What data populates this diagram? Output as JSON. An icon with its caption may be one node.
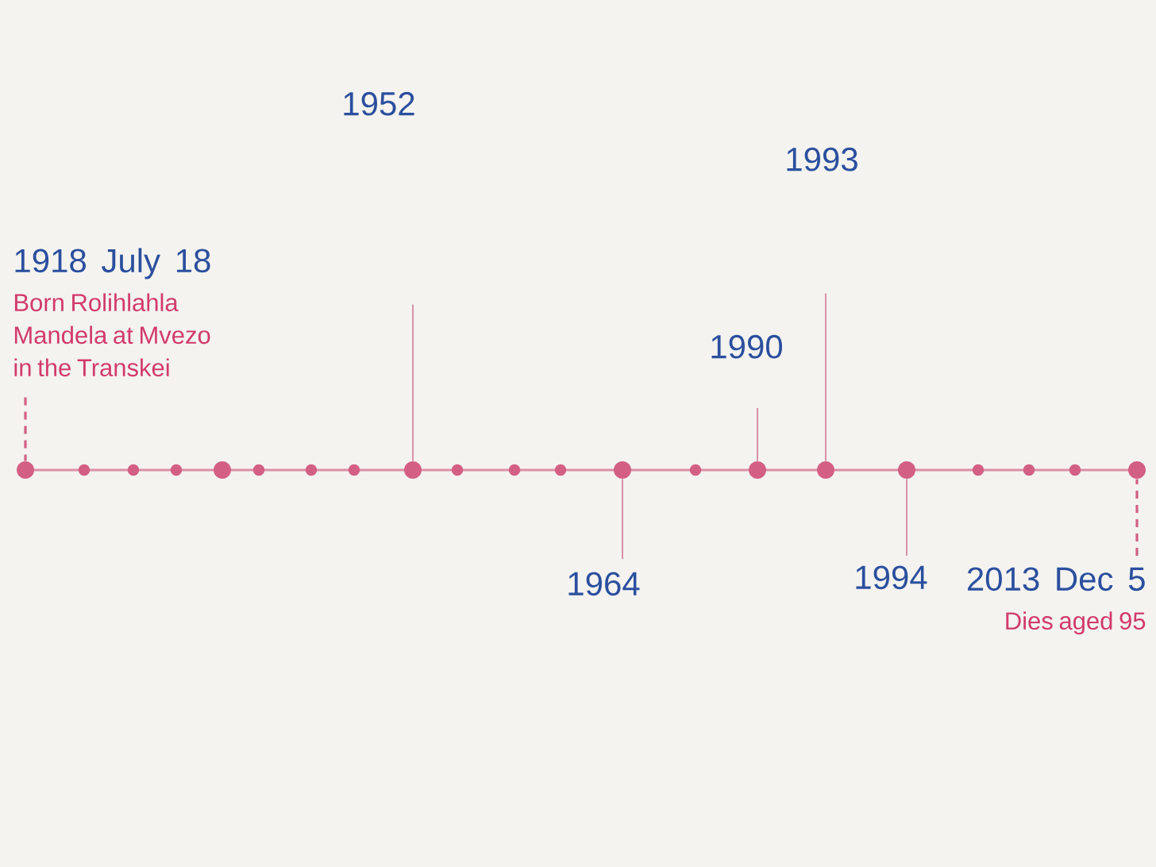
{
  "diagram": {
    "nodes": [
      {
        "text": [
          "1918 July 18",
          "Born Rolihlahla Mandela at Mvezo in the Transkei"
        ]
      },
      {
        "text": [],
        "shape": "circle"
      },
      {
        "text": [],
        "shape": "circle"
      },
      {
        "text": [],
        "shape": "circle"
      },
      {
        "text": [
          "1964"
        ]
      },
      {
        "text": [],
        "shape": "circle"
      },
      {
        "text": [
          "1990"
        ]
      },
      {
        "text": [],
        "shape": "circle"
      },
      {
        "text": [],
        "shape": "circle"
      },
      {
        "text": [
          "1994"
        ]
      },
      {
        "text": [],
        "shape": "circle"
      },
      {
        "text": [
          "2013 Dec 5",
          "Dies aged 95"
        ]
      },
      {
        "text": [],
        "shape": "circle"
      }
    ],
    "edges": [
      {
        "from": 0,
        "to": 1,
        "arrow": "none",
        "style": "dashed",
        "color": "#d35f84"
      },
      {
        "from": null,
        "to": 3,
        "arrow": "none"
      },
      {
        "from": 4,
        "to": 5,
        "arrow": "none"
      },
      {
        "from": 6,
        "to": 7,
        "arrow": "none"
      },
      {
        "from": null,
        "to": 8,
        "arrow": "none"
      },
      {
        "from": 9,
        "to": 10,
        "arrow": "none"
      },
      {
        "from": 11,
        "to": 12,
        "arrow": "none",
        "style": "dashed",
        "color": "#d35f84"
      }
    ],
    "labels": [
      "1952",
      "1993"
    ]
  }
}
